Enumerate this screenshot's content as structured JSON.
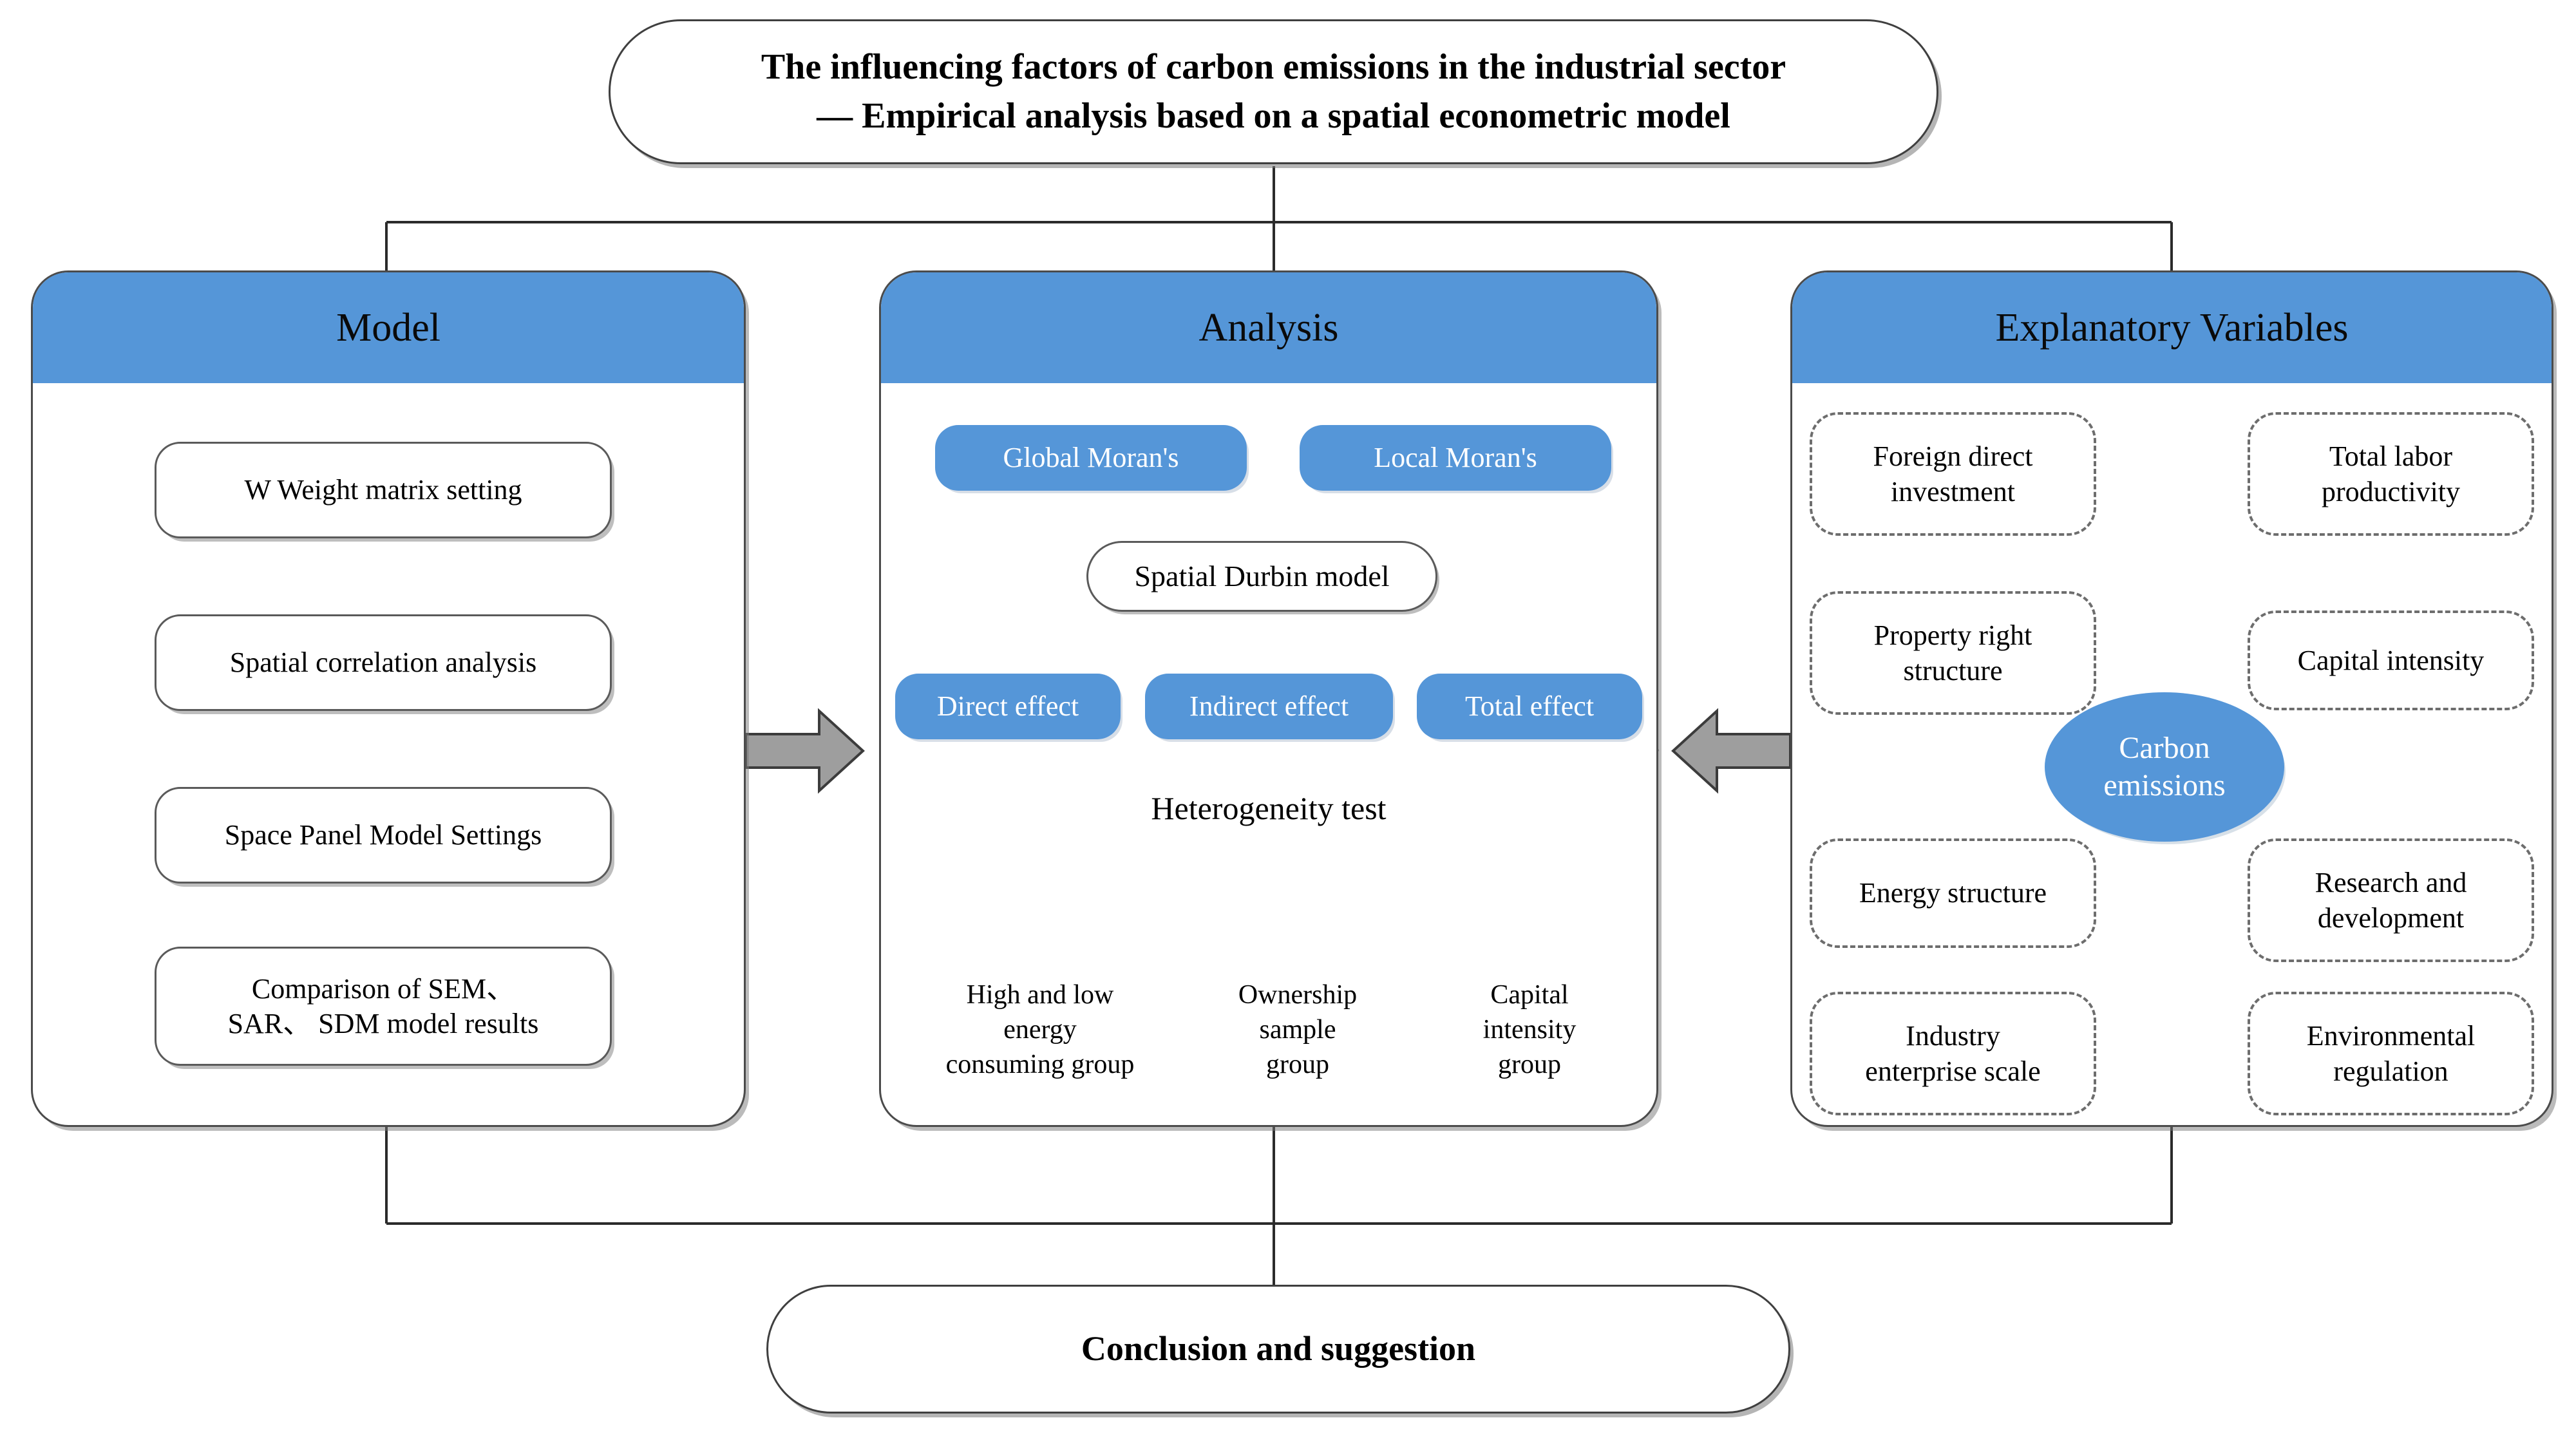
{
  "title": {
    "line1": "The influencing factors of carbon emissions in the industrial sector",
    "line2": "— Empirical analysis based on a spatial econometric model"
  },
  "colors": {
    "accent_blue": "#5596d8",
    "panel_border": "#4b4b4b",
    "connector_gray": "#9e9e9e",
    "text_dark": "#000000",
    "pill_text": "#ffffff"
  },
  "model_panel": {
    "header": "Model",
    "steps": [
      "W Weight matrix setting",
      "Spatial correlation analysis",
      "Space Panel Model Settings",
      "Comparison of SEM、\nSAR、SDM model results"
    ],
    "step_4_line1": "Comparison of SEM、",
    "step_4_line2": "SAR、 SDM model results"
  },
  "analysis_panel": {
    "header": "Analysis",
    "moran_global": "Global Moran's",
    "moran_local": "Local Moran's",
    "durbin_model": "Spatial Durbin model",
    "effects": [
      "Direct effect",
      "Indirect effect",
      "Total effect"
    ],
    "effect_direct": "Direct effect",
    "effect_indirect": "Indirect effect",
    "effect_total": "Total effect",
    "heterogeneity_label": "Heterogeneity test",
    "heterogeneity_groups": [
      {
        "l1": "High and low",
        "l2": "energy",
        "l3": "consuming group"
      },
      {
        "l1": "Ownership",
        "l2": "sample",
        "l3": "group"
      },
      {
        "l1": "Capital",
        "l2": "intensity",
        "l3": "group"
      }
    ]
  },
  "variables_panel": {
    "header": "Explanatory Variables",
    "center_node_line1": "Carbon",
    "center_node_line2": "emissions",
    "variables": [
      {
        "l1": "Foreign direct",
        "l2": "investment"
      },
      {
        "l1": "Total labor",
        "l2": "productivity"
      },
      {
        "l1": "Property right",
        "l2": "structure"
      },
      {
        "l1": "Capital intensity",
        "l2": ""
      },
      {
        "l1": "Energy structure",
        "l2": ""
      },
      {
        "l1": "Research and",
        "l2": "development"
      },
      {
        "l1": "Industry",
        "l2": "enterprise scale"
      },
      {
        "l1": "Environmental",
        "l2": "regulation"
      }
    ]
  },
  "conclusion": {
    "label": "Conclusion and suggestion"
  }
}
